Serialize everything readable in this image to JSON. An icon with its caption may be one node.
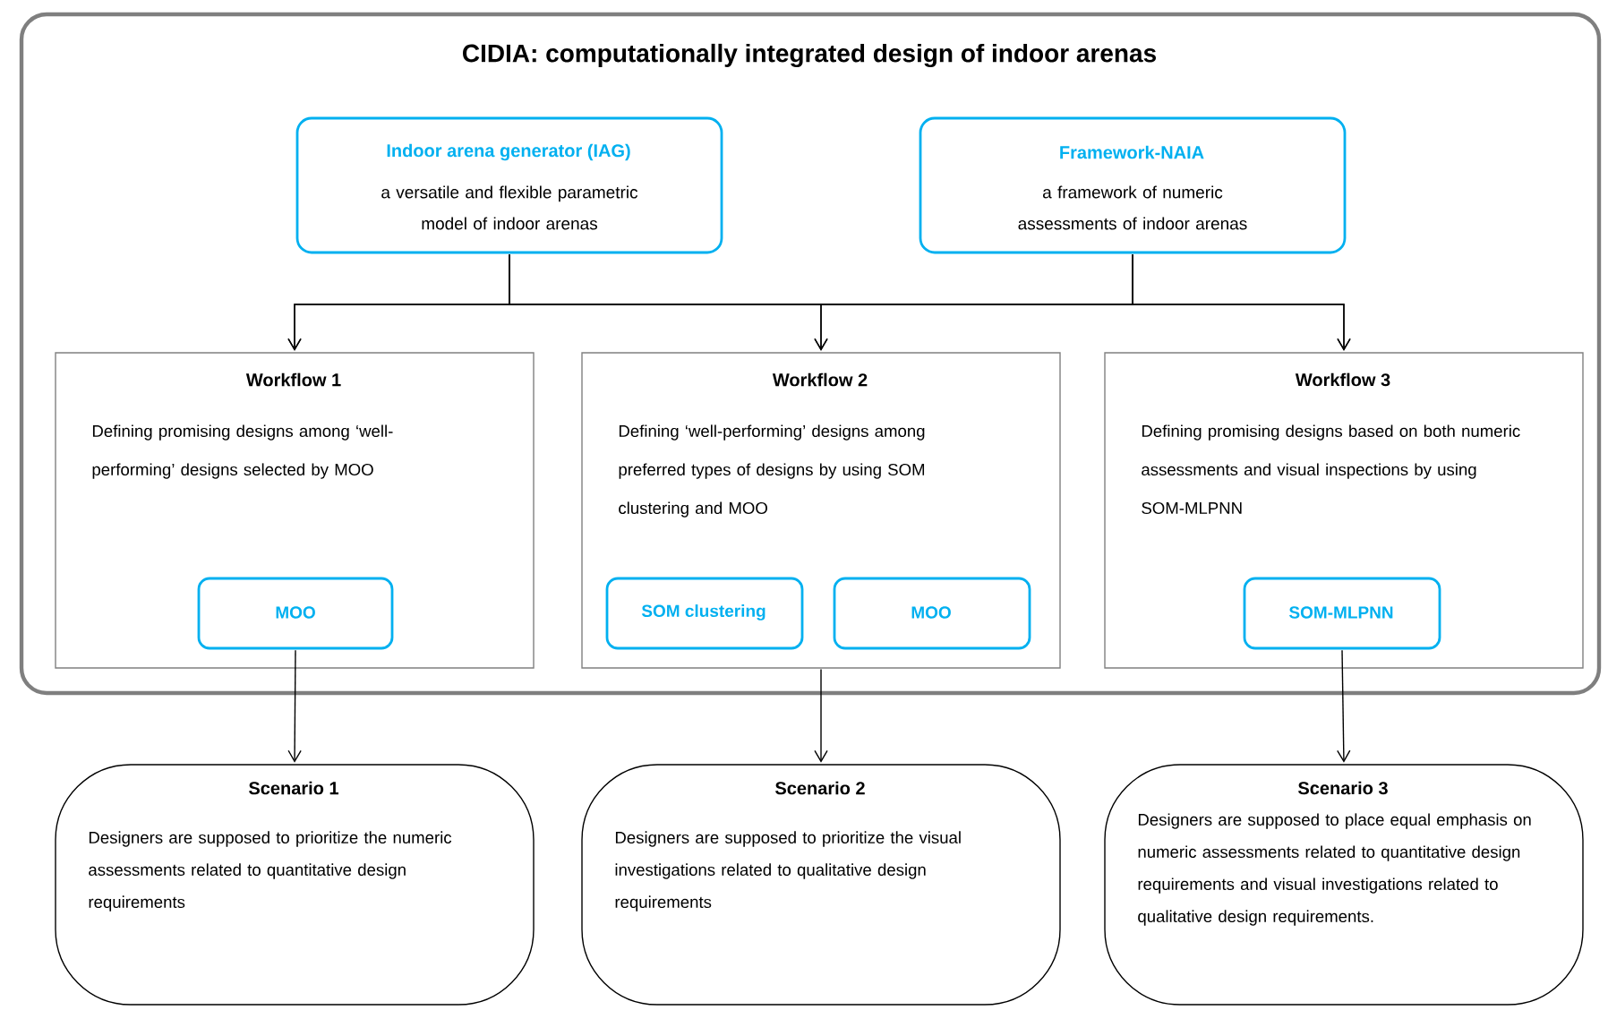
{
  "diagram": {
    "nodes": [
      {
        "text": [
          "CIDIA: computationally integrated design of indoor arenas"
        ]
      },
      {
        "text": [
          "Indoor arena generator (IAG)",
          "a versatile and flexible parametric model of indoor arenas"
        ],
        "in": 0
      },
      {
        "text": [
          "Framework-NAIA",
          "a framework of numeric assessments of indoor arenas"
        ],
        "in": 0
      },
      {
        "text": [
          "Workflow 1",
          "Defining promising designs among ‘well-performing’ designs selected by MOO"
        ],
        "in": 0
      },
      {
        "text": [
          "MOO"
        ],
        "in": 3
      },
      {
        "text": [
          "Workflow 2",
          "Defining ‘well-performing’ designs among preferred types of designs by using SOM clustering and MOO"
        ],
        "in": 0
      },
      {
        "text": [
          "SOM clustering"
        ],
        "in": 5
      },
      {
        "text": [
          "MOO"
        ],
        "in": 5
      },
      {
        "text": [
          "Workflow 3",
          "Defining promising designs based on both numeric assessments and visual inspections by using SOM-MLPNN"
        ],
        "in": 0
      },
      {
        "text": [
          "SOM-MLPNN"
        ],
        "in": 8
      },
      {
        "text": [
          "Scenario 1",
          "Designers are supposed to prioritize the numeric assessments related to quantitative design requirements"
        ]
      },
      {
        "text": [
          "Scenario 2",
          "Designers are supposed to prioritize the visual investigations related to qualitative design requirements"
        ]
      },
      {
        "text": [
          "Scenario 3",
          "Designers are supposed to place equal emphasis on numeric assessments related to quantitative design requirements and visual investigations related to qualitative design requirements."
        ]
      }
    ],
    "edges": [
      {
        "from": 1,
        "to": 3,
        "arrow": "to"
      },
      {
        "from": 1,
        "to": 5,
        "arrow": "to"
      },
      {
        "from": 1,
        "to": 8,
        "arrow": "to"
      },
      {
        "from": 2,
        "to": 3,
        "arrow": "to"
      },
      {
        "from": 2,
        "to": 5,
        "arrow": "to"
      },
      {
        "from": 2,
        "to": 8,
        "arrow": "to"
      },
      {
        "from": 4,
        "to": 10,
        "arrow": "to"
      },
      {
        "from": 5,
        "to": 11,
        "arrow": "to"
      },
      {
        "from": 9,
        "to": 12,
        "arrow": "to"
      }
    ]
  }
}
